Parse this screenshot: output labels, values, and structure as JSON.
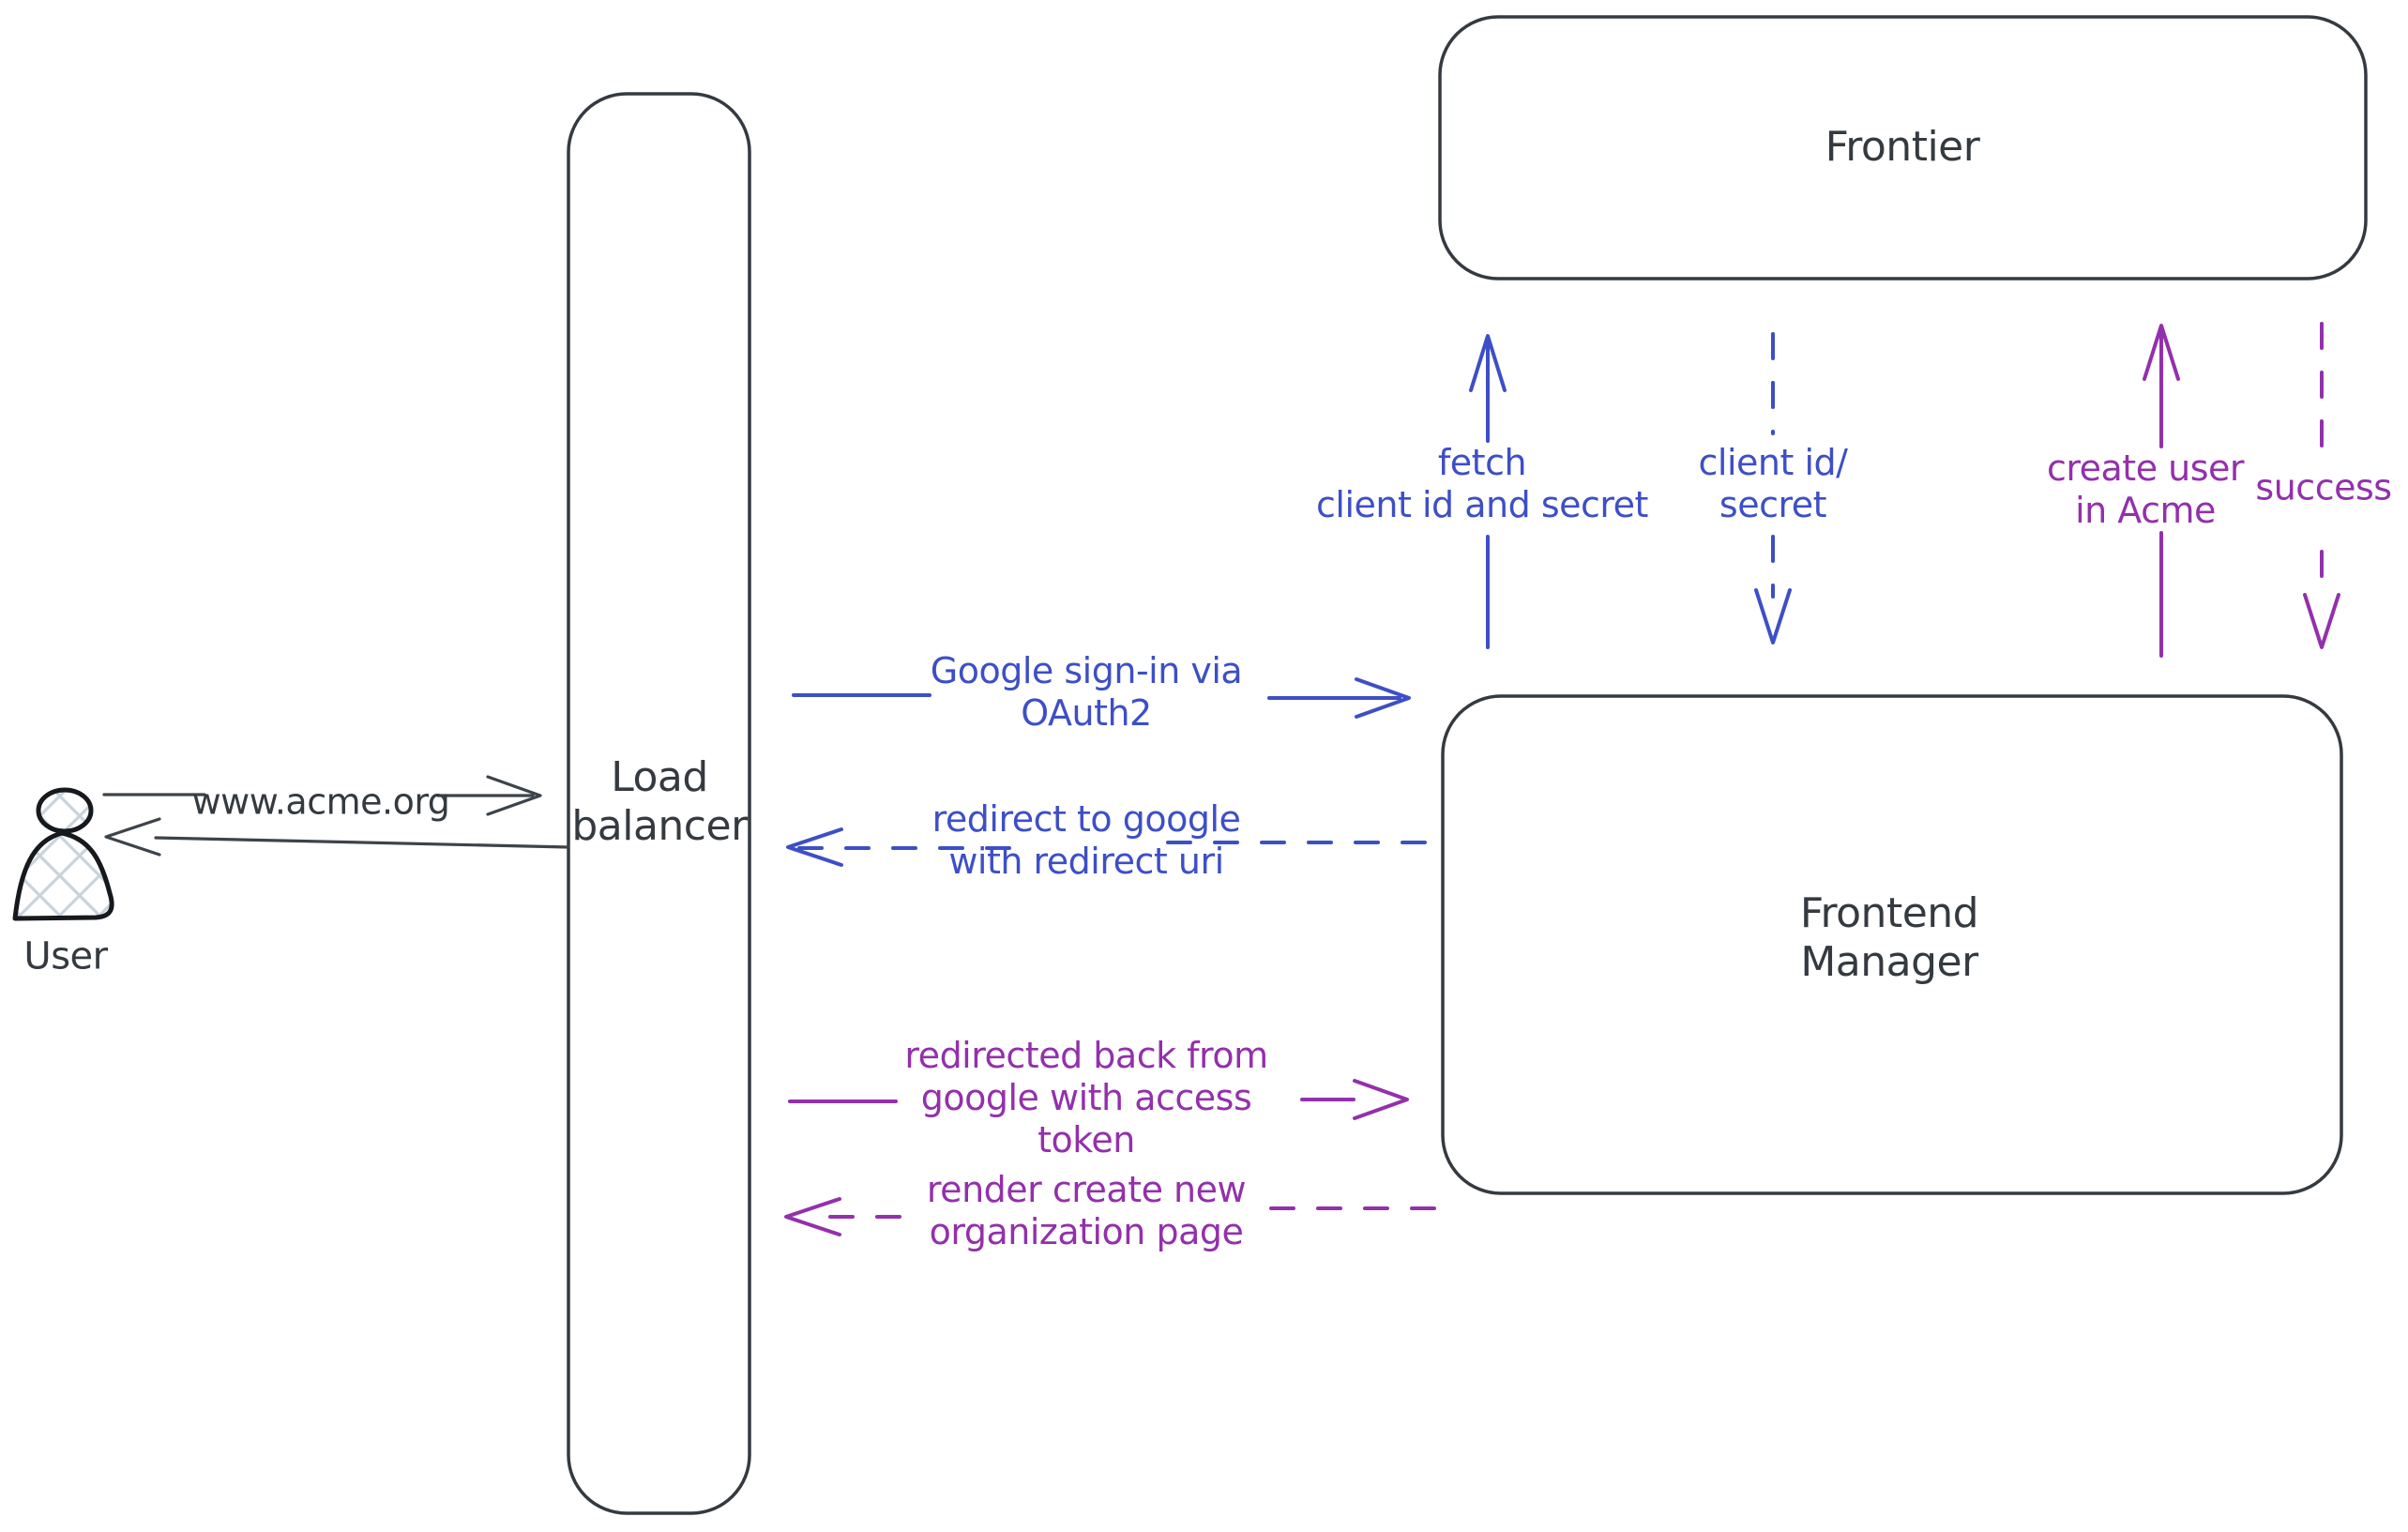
{
  "diagram": {
    "type": "architecture-flow",
    "background": "#ffffff",
    "colors": {
      "ink": "#343a40",
      "blue": "#3d4fc6",
      "purple": "#9330ab",
      "hatch_fill": "#c9d3dc"
    },
    "nodes": {
      "user": {
        "label": "User",
        "icon": "person-icon"
      },
      "load_balancer": {
        "label": "Load\nbalancer"
      },
      "frontier": {
        "label": "Frontier"
      },
      "frontend_manager": {
        "label": "Frontend\nManager"
      }
    },
    "edges": {
      "www_acme": {
        "label": "www.acme.org",
        "style": "solid",
        "color": "ink",
        "direction": "right",
        "from": "user",
        "to": "load_balancer"
      },
      "lb_to_user": {
        "label": "",
        "style": "solid",
        "color": "ink",
        "direction": "left",
        "from": "load_balancer",
        "to": "user"
      },
      "google_signin": {
        "label": "Google sign-in via\nOAuth2",
        "style": "solid",
        "color": "blue",
        "direction": "right",
        "from": "load_balancer",
        "to": "frontend_manager"
      },
      "redirect_to_google": {
        "label": "redirect to google\nwith redirect uri",
        "style": "dashed",
        "color": "blue",
        "direction": "left",
        "from": "frontend_manager",
        "to": "load_balancer"
      },
      "fetch_client": {
        "label": "fetch\nclient id and secret",
        "style": "solid",
        "color": "blue",
        "direction": "up",
        "from": "frontend_manager",
        "to": "frontier"
      },
      "client_id_secret": {
        "label": "client id/\nsecret",
        "style": "dashed",
        "color": "blue",
        "direction": "down",
        "from": "frontier",
        "to": "frontend_manager"
      },
      "create_user": {
        "label": "create user\nin Acme",
        "style": "solid",
        "color": "purple",
        "direction": "up",
        "from": "frontend_manager",
        "to": "frontier"
      },
      "success": {
        "label": "success",
        "style": "dashed",
        "color": "purple",
        "direction": "down",
        "from": "frontier",
        "to": "frontend_manager"
      },
      "redirected_back": {
        "label": "redirected back from\ngoogle with access\ntoken",
        "style": "solid",
        "color": "purple",
        "direction": "right",
        "from": "load_balancer",
        "to": "frontend_manager"
      },
      "render_org_page": {
        "label": "render create new\norganization page",
        "style": "dashed",
        "color": "purple",
        "direction": "left",
        "from": "frontend_manager",
        "to": "load_balancer"
      }
    }
  }
}
